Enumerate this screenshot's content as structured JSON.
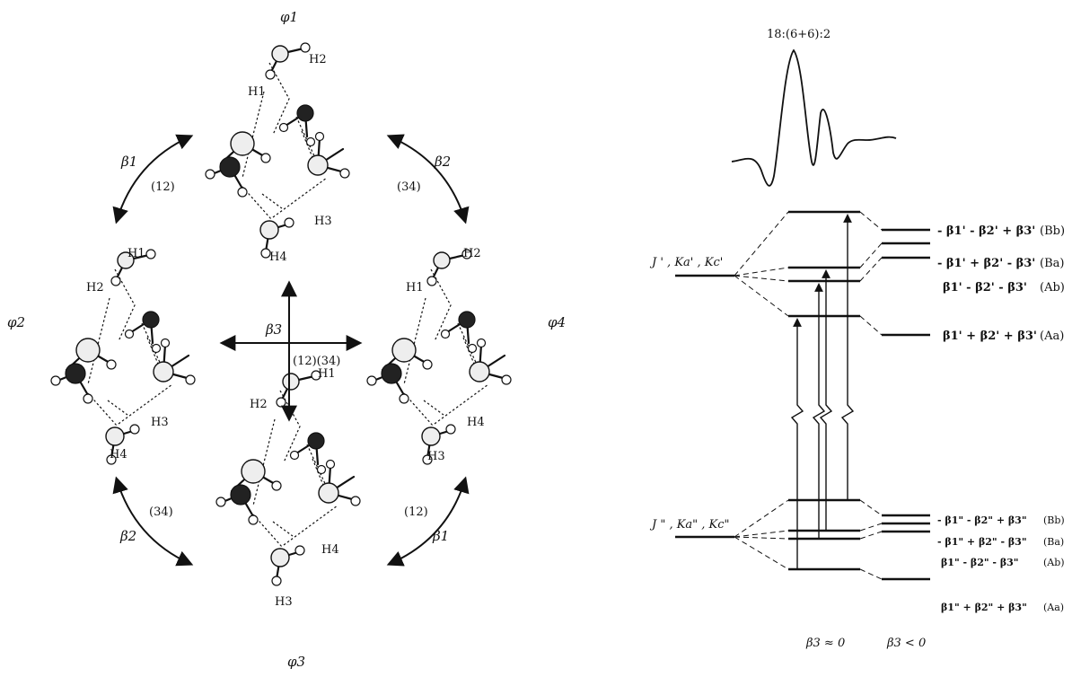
{
  "states": {
    "phi1": "φ1",
    "phi2": "φ2",
    "phi3": "φ3",
    "phi4": "φ4"
  },
  "operations": {
    "beta1_top": "β1",
    "perm12_top": "(12)",
    "beta2_top": "β2",
    "perm34_top": "(34)",
    "beta3": "β3",
    "perm1234": "(12)(34)",
    "beta2_bottom": "β2",
    "perm34_bottom": "(34)",
    "beta1_bottom": "β1",
    "perm12_bottom": "(12)"
  },
  "atom_labels": {
    "top": [
      "H2",
      "H1",
      "H3",
      "H4"
    ],
    "left": [
      "H1",
      "H2",
      "H3",
      "H4"
    ],
    "right": [
      "H2",
      "H1",
      "H4",
      "H3"
    ],
    "bottom": [
      "H1",
      "H2",
      "H4",
      "H3"
    ]
  },
  "spectrum": {
    "title": "18:(6+6):2"
  },
  "energy": {
    "upper_state": "J ' , Ka' , Kc'",
    "lower_state": "J \" , Ka\" , Kc\"",
    "upper_levels": [
      {
        "label": "- β1' - β2' + β3'",
        "sym": "(Bb)"
      },
      {
        "label": "- β1' + β2' - β3'",
        "sym": "(Ba)"
      },
      {
        "label": "β1' - β2' - β3'",
        "sym": "(Ab)"
      },
      {
        "label": "β1' + β2' + β3'",
        "sym": "(Aa)"
      }
    ],
    "lower_levels": [
      {
        "label": "- β1\" - β2\" + β3\"",
        "sym": "(Bb)"
      },
      {
        "label": "- β1\" + β2\" - β3\"",
        "sym": "(Ba)"
      },
      {
        "label": "β1\" - β2\" - β3\"",
        "sym": "(Ab)"
      },
      {
        "label": "β1\" + β2\" + β3\"",
        "sym": "(Aa)"
      }
    ],
    "column_labels": [
      "β3 ≈ 0",
      "β3 < 0"
    ]
  }
}
